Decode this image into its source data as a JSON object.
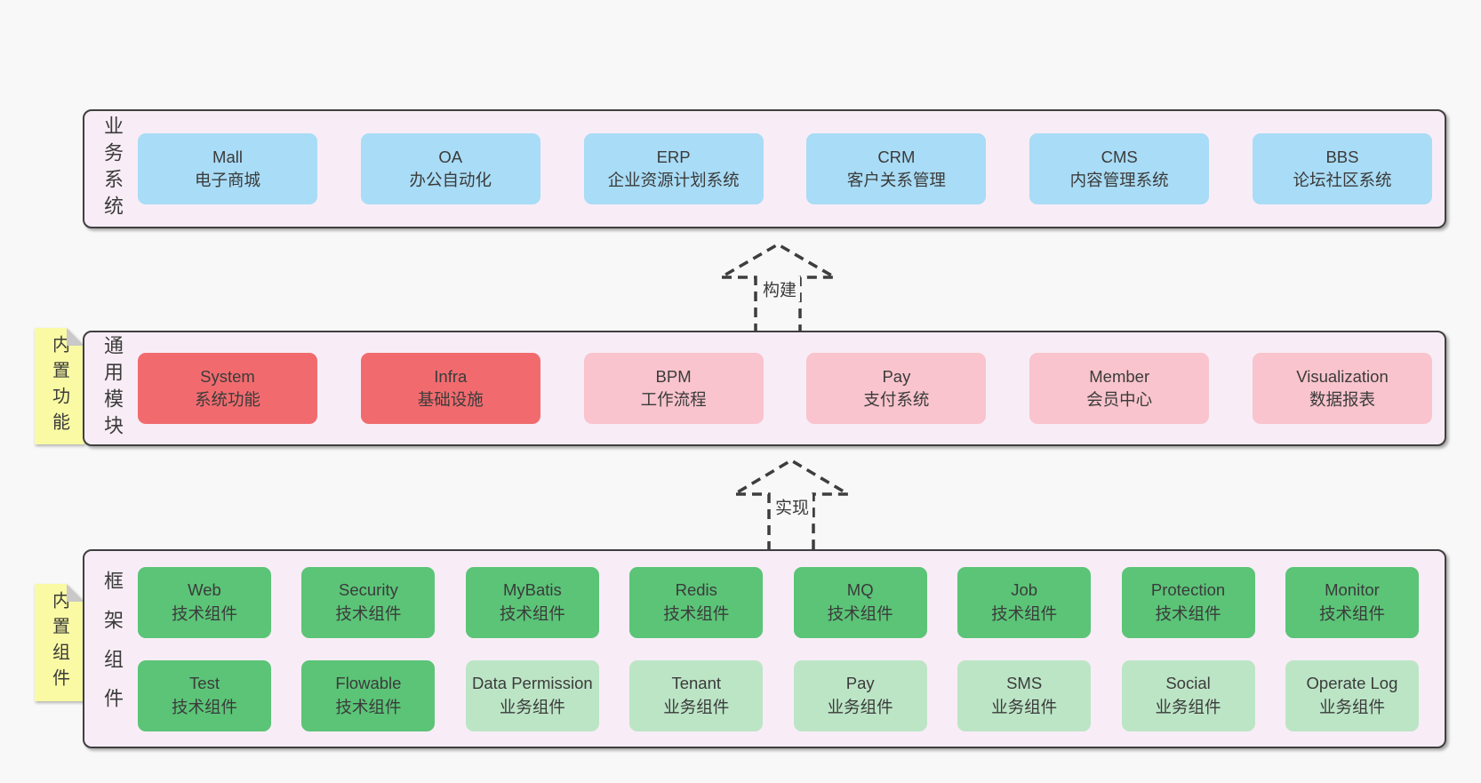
{
  "diagram": {
    "arrows": [
      {
        "label": "构建"
      },
      {
        "label": "实现"
      }
    ],
    "bands": [
      {
        "label": "业务系统",
        "rows": [
          [
            {
              "name": "Mall",
              "desc": "电子商城",
              "variant": "blue"
            },
            {
              "name": "OA",
              "desc": "办公自动化",
              "variant": "blue"
            },
            {
              "name": "ERP",
              "desc": "企业资源计划系统",
              "variant": "blue"
            },
            {
              "name": "CRM",
              "desc": "客户关系管理",
              "variant": "blue"
            },
            {
              "name": "CMS",
              "desc": "内容管理系统",
              "variant": "blue"
            },
            {
              "name": "BBS",
              "desc": "论坛社区系统",
              "variant": "blue"
            }
          ]
        ]
      },
      {
        "label": "通用模块",
        "sticky": "内置功能",
        "rows": [
          [
            {
              "name": "System",
              "desc": "系统功能",
              "variant": "red"
            },
            {
              "name": "Infra",
              "desc": "基础设施",
              "variant": "red"
            },
            {
              "name": "BPM",
              "desc": "工作流程",
              "variant": "pink"
            },
            {
              "name": "Pay",
              "desc": "支付系统",
              "variant": "pink"
            },
            {
              "name": "Member",
              "desc": "会员中心",
              "variant": "pink"
            },
            {
              "name": "Visualization",
              "desc": "数据报表",
              "variant": "pink"
            }
          ]
        ]
      },
      {
        "label": "框架组件",
        "sticky": "内置组件",
        "rows": [
          [
            {
              "name": "Web",
              "desc": "技术组件",
              "variant": "green"
            },
            {
              "name": "Security",
              "desc": "技术组件",
              "variant": "green"
            },
            {
              "name": "MyBatis",
              "desc": "技术组件",
              "variant": "green"
            },
            {
              "name": "Redis",
              "desc": "技术组件",
              "variant": "green"
            },
            {
              "name": "MQ",
              "desc": "技术组件",
              "variant": "green"
            },
            {
              "name": "Job",
              "desc": "技术组件",
              "variant": "green"
            },
            {
              "name": "Protection",
              "desc": "技术组件",
              "variant": "green"
            },
            {
              "name": "Monitor",
              "desc": "技术组件",
              "variant": "green"
            }
          ],
          [
            {
              "name": "Test",
              "desc": "技术组件",
              "variant": "green"
            },
            {
              "name": "Flowable",
              "desc": "技术组件",
              "variant": "green"
            },
            {
              "name": "Data Permission",
              "desc": "业务组件",
              "variant": "lightgreen"
            },
            {
              "name": "Tenant",
              "desc": "业务组件",
              "variant": "lightgreen"
            },
            {
              "name": "Pay",
              "desc": "业务组件",
              "variant": "lightgreen"
            },
            {
              "name": "SMS",
              "desc": "业务组件",
              "variant": "lightgreen"
            },
            {
              "name": "Social",
              "desc": "业务组件",
              "variant": "lightgreen"
            },
            {
              "name": "Operate Log",
              "desc": "业务组件",
              "variant": "lightgreen"
            }
          ]
        ]
      }
    ],
    "colors": {
      "page_bg": "#f8f8f8",
      "band_bg": "#f8edf6",
      "band_border": "#3f3f3f",
      "blue": "#a9dcf6",
      "red": "#f16b6e",
      "pink": "#f9c4cd",
      "green": "#5bc477",
      "lightgreen": "#bce5c6",
      "sticky_yellow": "#fafaa4",
      "fold_gray": "#c9c9c9",
      "text": "#3b3b3b"
    }
  }
}
